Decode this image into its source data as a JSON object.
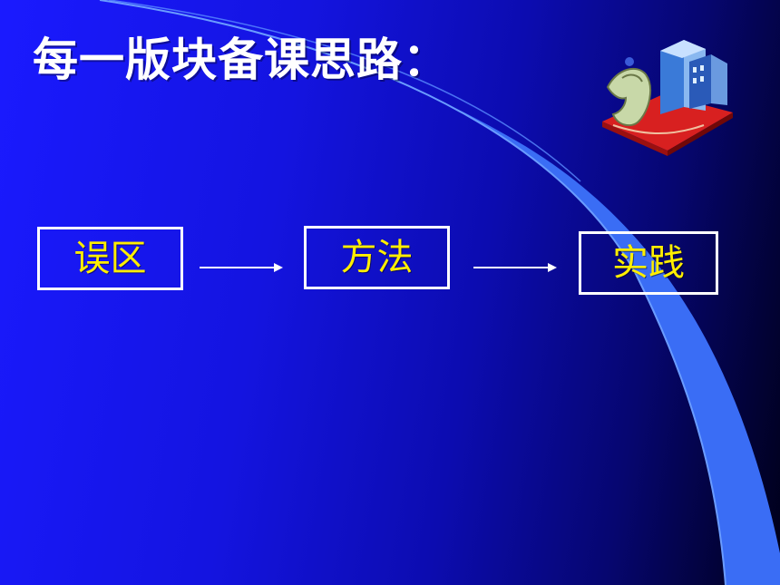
{
  "slide": {
    "title": "每一版块备课思路：",
    "flow": [
      {
        "label": "误区"
      },
      {
        "label": "方法"
      },
      {
        "label": "实践"
      }
    ]
  },
  "colors": {
    "background": "#1414e0",
    "title_text": "#ffffff",
    "box_text": "#ffee00",
    "box_border": "#ffffff",
    "accent_swoosh": "#3a6df5"
  },
  "icons": {
    "clipart": "city-building-clipart-icon",
    "connector": "right-arrow-icon"
  }
}
